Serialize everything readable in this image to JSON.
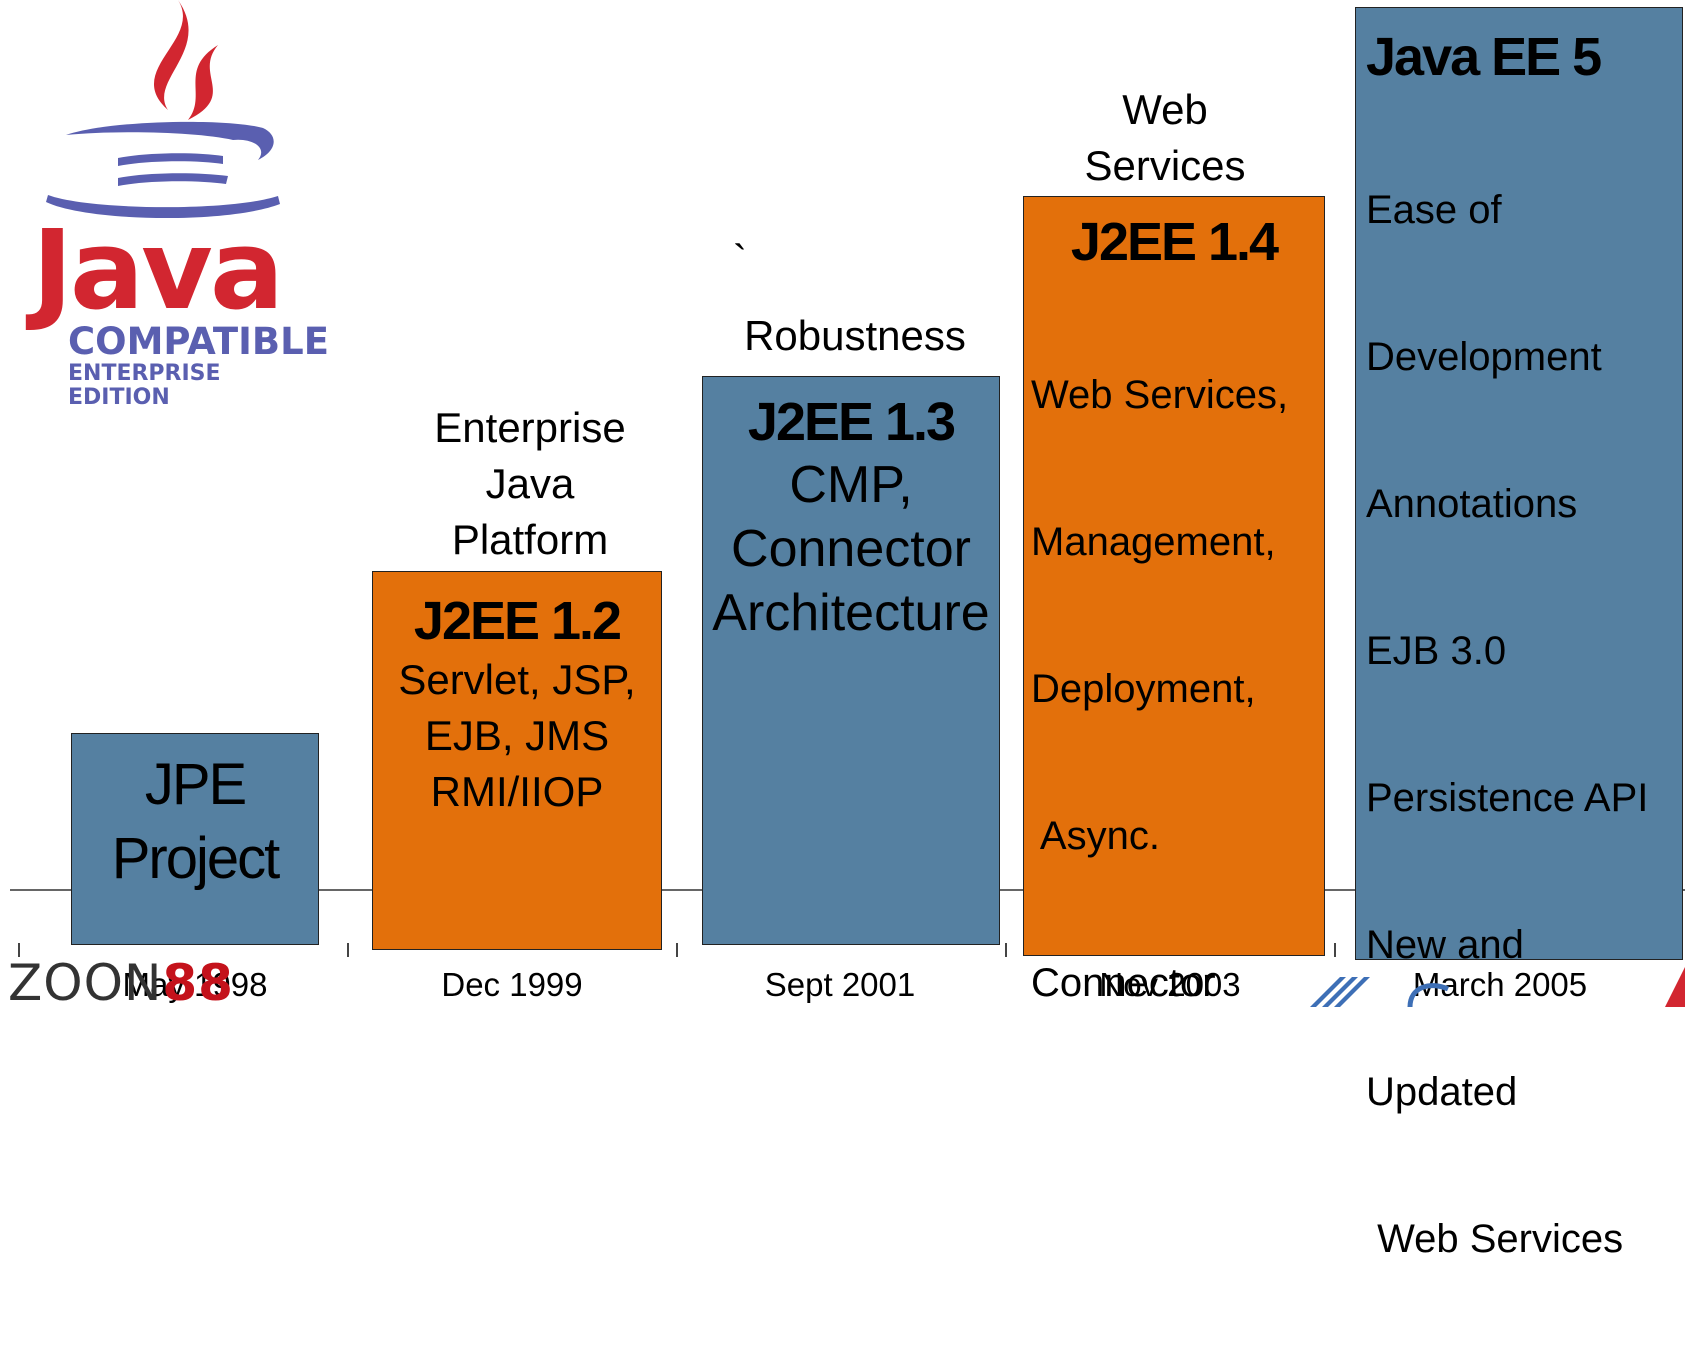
{
  "logo": {
    "wordmark": "Java",
    "compatible": "COMPATIBLE",
    "edition": "ENTERPRISE EDITION"
  },
  "milestones": [
    {
      "date": "May 1998",
      "caption": [],
      "title": "",
      "features": [
        "JPE",
        "Project"
      ]
    },
    {
      "date": "Dec 1999",
      "caption": [
        "Enterprise",
        "Java",
        "Platform"
      ],
      "title": "J2EE 1.2",
      "features": [
        "Servlet, JSP,",
        "EJB, JMS",
        "RMI/IIOP"
      ]
    },
    {
      "date": "Sept 2001",
      "caption": [
        "`",
        "Robustness"
      ],
      "title": "J2EE 1.3",
      "features": [
        "CMP,",
        "Connector",
        "Architecture"
      ]
    },
    {
      "date": "Nov 2003",
      "caption": [
        "Web",
        "Services"
      ],
      "title": "J2EE 1.4",
      "features": [
        "Web Services,",
        "Management,",
        "Deployment,",
        " Async.",
        "Connector"
      ]
    },
    {
      "date": "March 2005",
      "caption": [],
      "title": "Java EE 5",
      "features": [
        "Ease of",
        "Development",
        "Annotations",
        "EJB 3.0",
        "Persistence API",
        "New and",
        "Updated",
        " Web Services"
      ]
    }
  ],
  "watermark": {
    "text_left": "ZOON",
    "text_right": "88"
  },
  "colors": {
    "blue_bar": "#5580a1",
    "orange_bar": "#e3700b",
    "java_red": "#d22630",
    "java_blue": "#5a5fb0",
    "watermark_red": "#c4121b"
  }
}
